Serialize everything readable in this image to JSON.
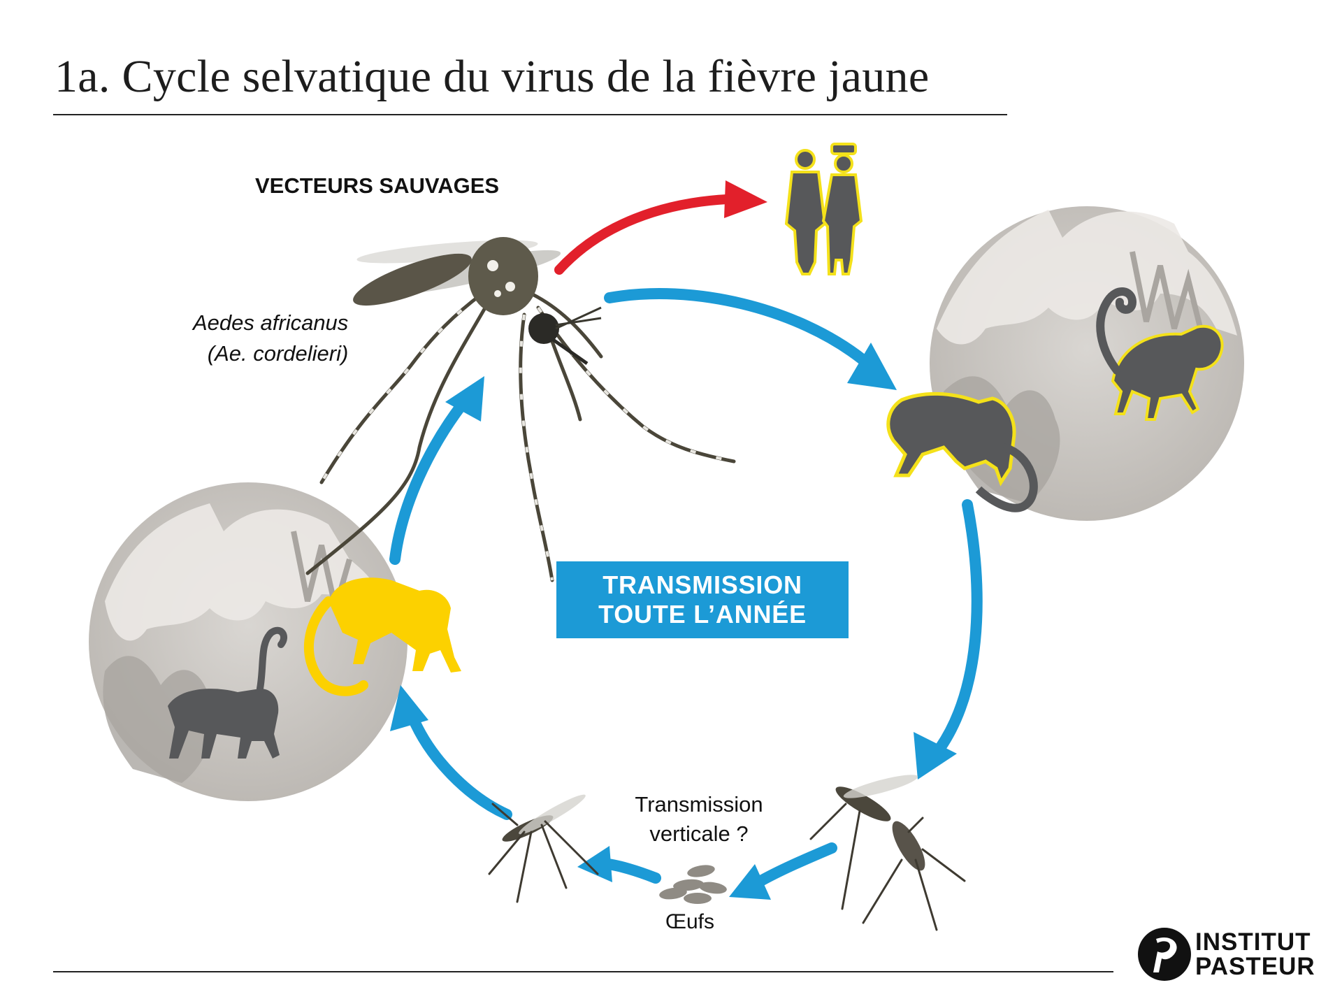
{
  "title": "1a. Cycle selvatique du virus de la fièvre jaune",
  "labels": {
    "vecteurs": "VECTEURS SAUVAGES",
    "species_line1": "Aedes africanus",
    "species_line2": "(Ae. cordelieri)",
    "transmission_line1": "TRANSMISSION",
    "transmission_line2": "TOUTE L’ANNÉE",
    "vertical_line1": "Transmission",
    "vertical_line2": "verticale ?",
    "eggs": "Œufs"
  },
  "logo": {
    "line1": "INSTITUT",
    "line2": "PASTEUR"
  },
  "colors": {
    "cycle_arrow": "#1c9ad6",
    "human_arrow": "#e2202b",
    "infected_monkey": "#fcd100",
    "forest_disc": "#c9c6c2",
    "silhouette": "#57585a",
    "outline_yellow": "#f4e11a"
  }
}
